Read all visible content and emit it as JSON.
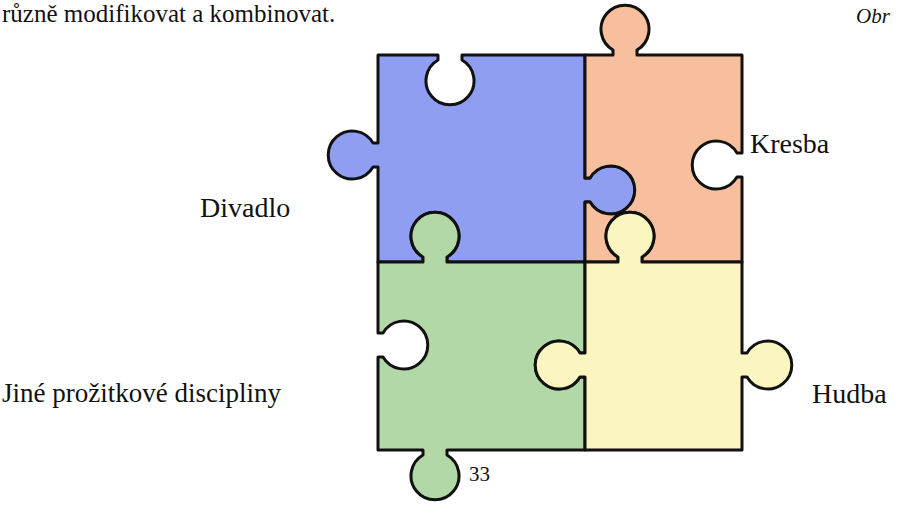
{
  "diagram": {
    "labels": [
      "různě modifikovat a kombinovat.",
      "Obr",
      "Divadlo",
      "Kresba",
      "Jiné prožitkové discipliny",
      "Hudba",
      "33"
    ]
  }
}
